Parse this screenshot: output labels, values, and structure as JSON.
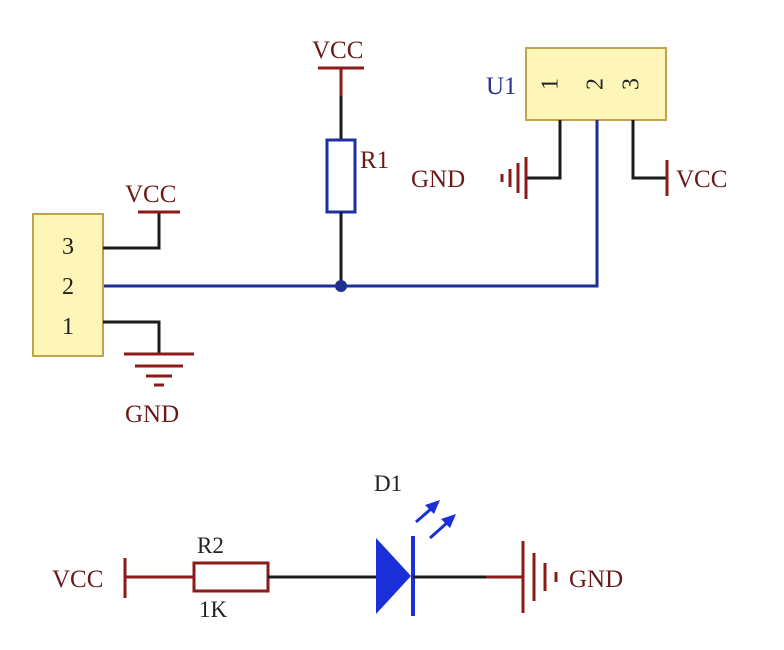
{
  "top_circuit": {
    "r1_label": "R1",
    "r1_vcc": "VCC",
    "u1_label": "U1",
    "u1_pins": [
      "1",
      "2",
      "3"
    ],
    "u1_gnd": "GND",
    "u1_vcc": "VCC",
    "connector_pins": [
      "3",
      "2",
      "1"
    ],
    "connector_vcc": "VCC",
    "connector_gnd": "GND"
  },
  "led_circuit": {
    "vcc": "VCC",
    "r2_label": "R2",
    "r2_value": "1K",
    "d1_label": "D1",
    "gnd": "GND"
  },
  "colors": {
    "power_wire": "#8b1a1a",
    "signal_wire": "#1f2f8f",
    "component_fill": "#fdf6b8",
    "diode": "#1a2fd6"
  }
}
